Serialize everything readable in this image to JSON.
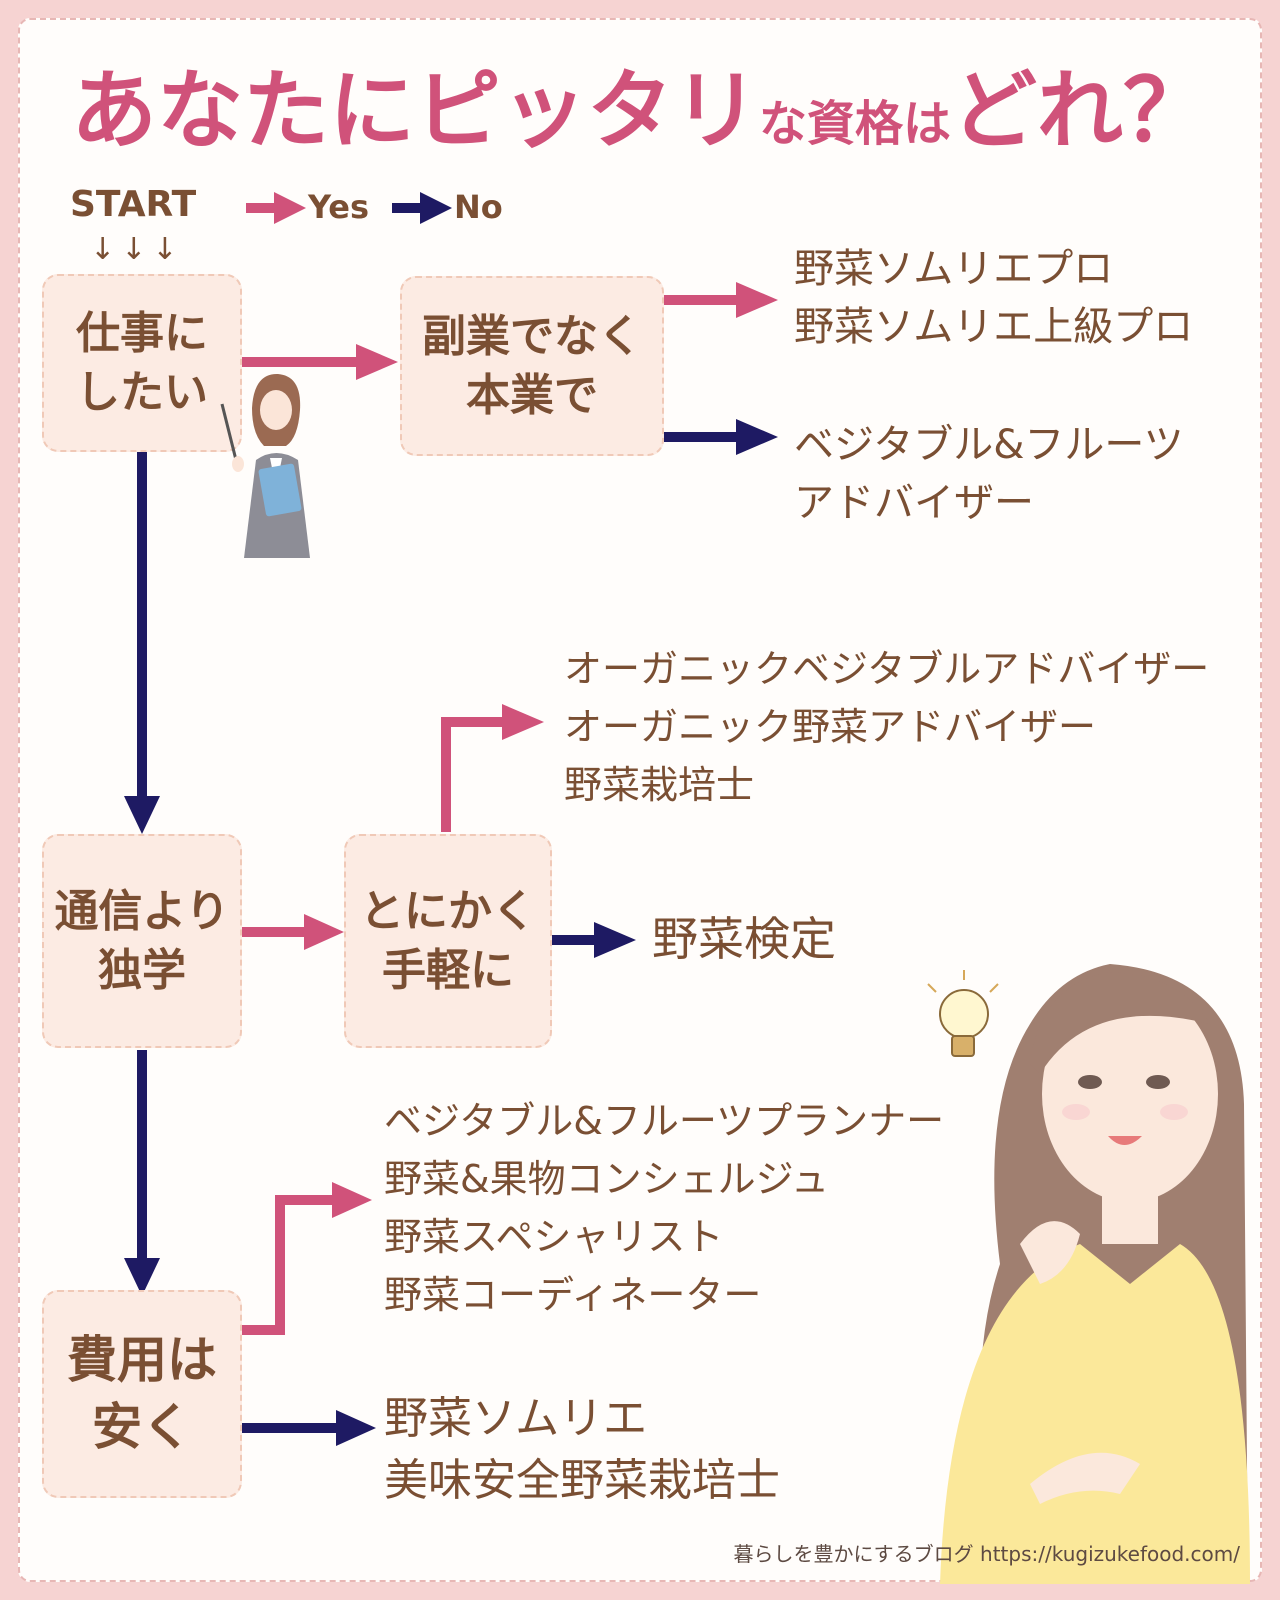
{
  "title": {
    "part1": "あなたにピッタリ",
    "part2": "な資格は",
    "part3": "どれ？"
  },
  "legend": {
    "start": "START",
    "start_arrows": "↓↓↓",
    "yes": "Yes",
    "no": "No"
  },
  "colors": {
    "yes_arrow": "#d0527a",
    "no_arrow": "#1e1a63",
    "title": "#d0527a",
    "text": "#7a4f33",
    "box_fill": "#fcebe3"
  },
  "questions": {
    "work": "仕事に\nしたい",
    "main_job": "副業でなく\n本業で",
    "self_study": "通信より\n独学",
    "easy": "とにかく\n手軽に",
    "cheap": "費用は\n安く"
  },
  "results": {
    "main_job_yes": [
      "野菜ソムリエプロ",
      "野菜ソムリエ上級プロ"
    ],
    "main_job_no": [
      "ベジタブル&フルーツ",
      "アドバイザー"
    ],
    "easy_yes": [
      "オーガニックベジタブルアドバイザー",
      "オーガニック野菜アドバイザー",
      "野菜栽培士"
    ],
    "easy_no": [
      "野菜検定"
    ],
    "cheap_yes": [
      "ベジタブル&フルーツプランナー",
      "野菜&果物コンシェルジュ",
      "野菜スペシャリスト",
      "野菜コーディネーター"
    ],
    "cheap_no": [
      "野菜ソムリエ",
      "美味安全野菜栽培士"
    ]
  },
  "credit": "暮らしを豊かにするブログ https://kugizukefood.com/"
}
